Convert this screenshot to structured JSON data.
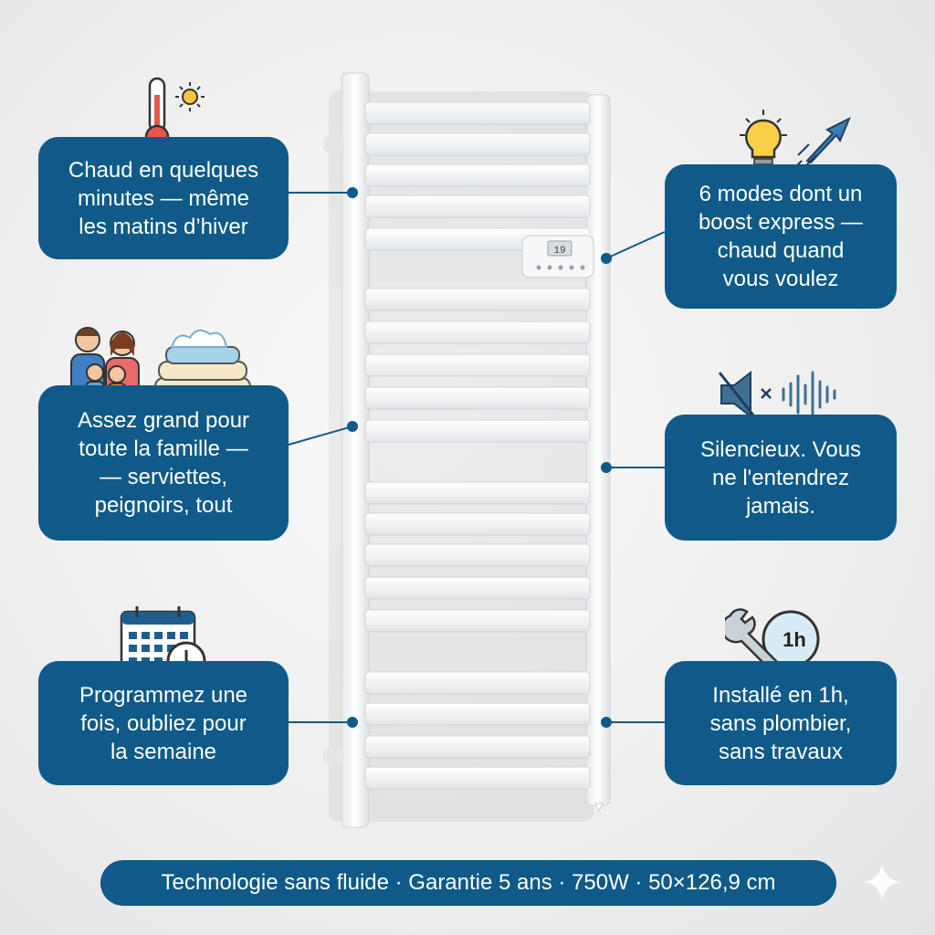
{
  "features": {
    "warm": {
      "lines": [
        "Chaud en quelques",
        "minutes — même",
        "les matins d’hiver"
      ],
      "icon": "thermometer-sun-icon"
    },
    "family": {
      "lines": [
        "Assez grand pour",
        "toute la famille —",
        "— serviettes,",
        "peignoirs, tout"
      ],
      "icon": "family-towels-icon"
    },
    "program": {
      "lines": [
        "Programmez une",
        "fois, oubliez pour",
        "la semaine"
      ],
      "icon": "calendar-clock-icon"
    },
    "modes": {
      "lines": [
        "6 modes dont un",
        "boost express —",
        "chaud quand",
        "vous voulez"
      ],
      "icon": "lightbulb-rocket-icon"
    },
    "silent": {
      "lines": [
        "Silencieux. Vous",
        "ne l'entendrez",
        "jamais."
      ],
      "icon": "muted-speaker-icon"
    },
    "install": {
      "lines": [
        "Installé en 1h,",
        "sans plombier,",
        "sans travaux"
      ],
      "icon": "wrench-clock-icon",
      "clock_label": "1h"
    }
  },
  "controller": {
    "display": "19"
  },
  "footer": {
    "text": "Technologie sans fluide · Garantie 5 ans · 750W · 50×126,9 cm"
  },
  "colors": {
    "callout_bg": "#0f5a88",
    "callout_text": "#ffffff",
    "background": "#eeeeef",
    "radiator": "#ffffff"
  }
}
